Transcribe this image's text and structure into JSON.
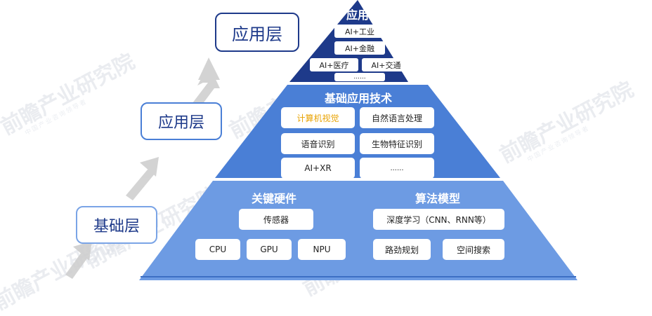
{
  "watermark": {
    "brand": "前瞻产业研究院",
    "subtitle": "中国产业咨询领导者"
  },
  "side_labels": {
    "top": "应用层",
    "middle": "应用层",
    "bottom": "基础层"
  },
  "pyramid": {
    "top": {
      "title": "应用",
      "items": [
        "AI+工业",
        "AI+金融",
        "AI+医疗",
        "AI+交通",
        "......"
      ]
    },
    "middle": {
      "title": "基础应用技术",
      "items": [
        "计算机视觉",
        "自然语言处理",
        "语音识别",
        "生物特征识别",
        "AI+XR",
        "......"
      ]
    },
    "bottom": {
      "left_title": "关键硬件",
      "right_title": "算法模型",
      "hardware": [
        "传感器",
        "CPU",
        "GPU",
        "NPU"
      ],
      "algorithms": [
        "深度学习（CNN、RNN等）",
        "路劲规划",
        "空间搜索"
      ]
    }
  },
  "colors": {
    "tier_top": "#1e3a8a",
    "tier_middle": "#4a7fd6",
    "tier_bottom": "#6d9be3",
    "label_border": "#1e3a8a",
    "arrow": "#c9c9c9",
    "highlight_text": "#e8a200"
  }
}
